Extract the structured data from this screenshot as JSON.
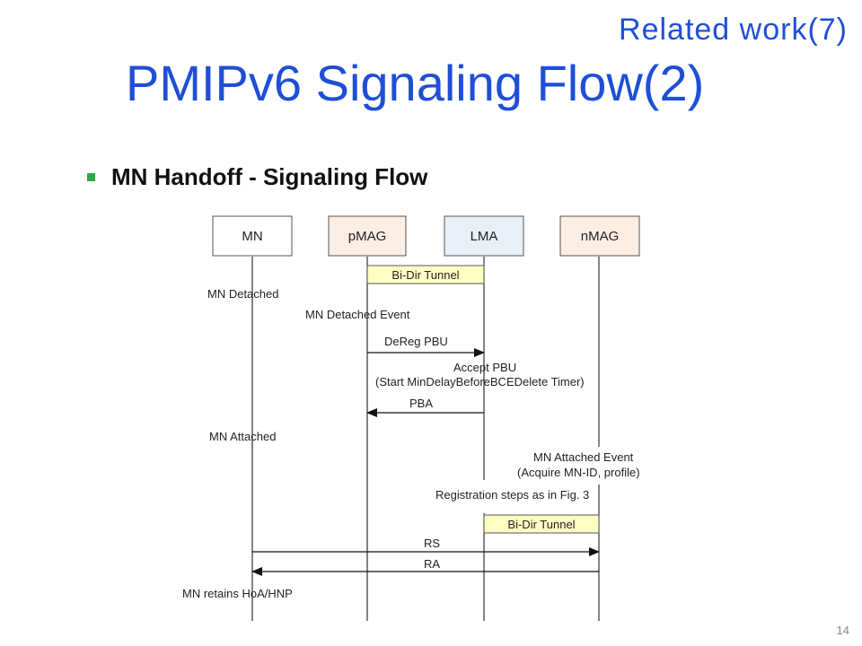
{
  "header": {
    "section_label": "Related work(7)",
    "title": "PMIPv6 Signaling Flow(2)"
  },
  "bullet": {
    "text": "MN Handoff - Signaling Flow"
  },
  "diagram": {
    "entities": [
      {
        "id": "mn",
        "label": "MN",
        "fill": "#ffffff"
      },
      {
        "id": "pmag",
        "label": "pMAG",
        "fill": "#fdeee4"
      },
      {
        "id": "lma",
        "label": "LMA",
        "fill": "#e9eff6"
      },
      {
        "id": "nmag",
        "label": "nMAG",
        "fill": "#fdeee4"
      }
    ],
    "tunnel_1": "Bi-Dir Tunnel",
    "tunnel_2": "Bi-Dir Tunnel",
    "tunnel_fill": "#ffffc4",
    "mn_detached": "MN Detached",
    "mn_detached_event": "MN Detached Event",
    "msg_dereg_pbu": "DeReg PBU",
    "accept_pbu": "Accept PBU",
    "start_timer": "(Start MinDelayBeforeBCEDelete Timer)",
    "msg_pba": "PBA",
    "mn_attached": "MN Attached",
    "mn_attached_event": "MN Attached Event",
    "acquire_profile": "(Acquire MN-ID, profile)",
    "registration_steps": "Registration steps as in Fig. 3",
    "msg_rs": "RS",
    "msg_ra": "RA",
    "mn_retains": "MN retains HoA/HNP"
  },
  "footer": {
    "page_number": "14"
  }
}
